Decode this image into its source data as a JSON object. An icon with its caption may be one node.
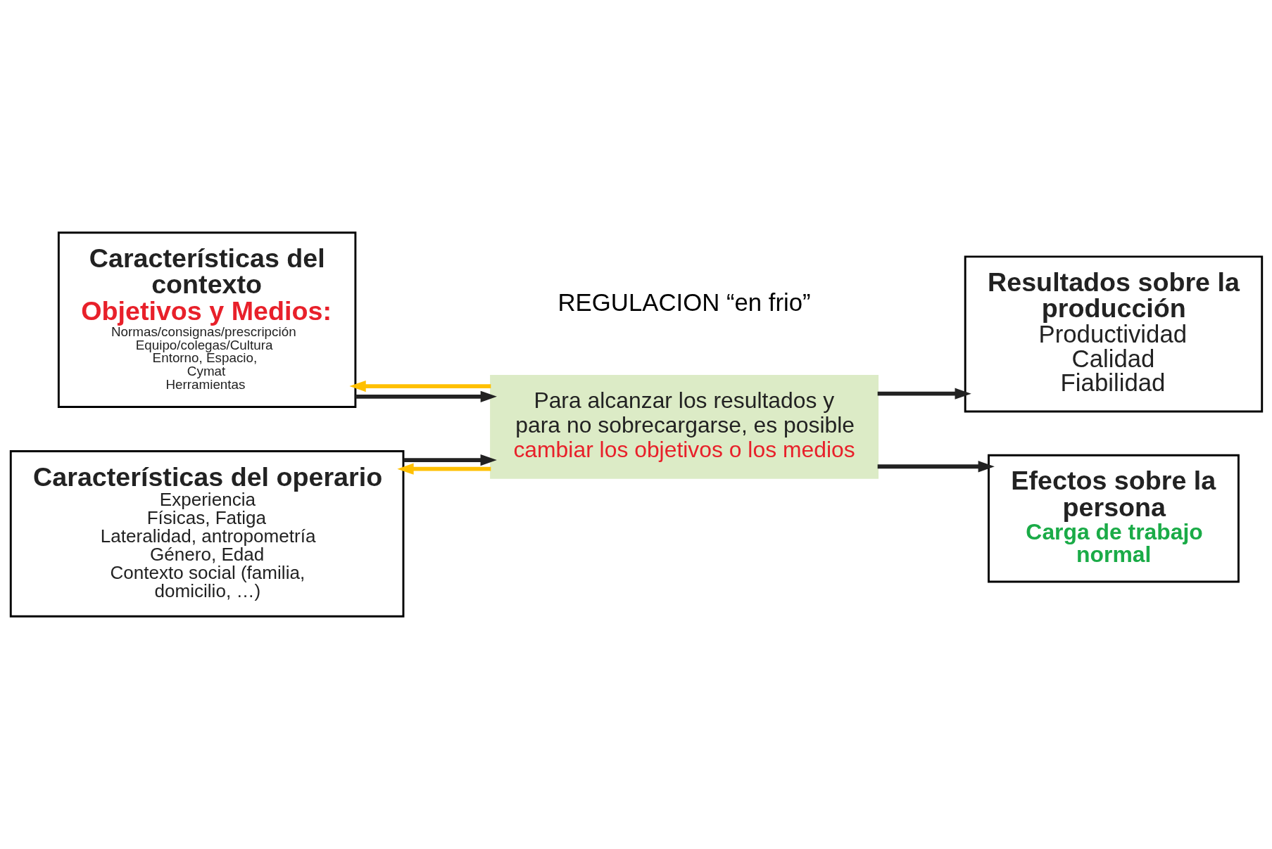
{
  "diagram": {
    "nodes": [
      {
        "text": [
          "Características del contexto",
          "Objetivos y Medios:",
          "Normas/consignas/prescripción",
          "Equipo/colegas/Cultura",
          "Entorno, Espacio, Cymat",
          "Herramientas"
        ]
      },
      {
        "text": [
          "Resultados sobre la producción",
          "Productividad",
          "Calidad",
          "Fiabilidad"
        ]
      },
      {
        "text": [
          "Para alcanzar los resultados y para no sobrecargarse, es posible",
          "cambiar los objetivos o los medios"
        ]
      },
      {
        "text": [
          "Características del operario",
          "Experiencia",
          "Físicas, Fatiga",
          "Lateralidad, antropometría",
          "Género, Edad",
          "Contexto social (familia, domicilio, …)"
        ]
      },
      {
        "text": [
          "Efectos sobre la persona",
          "Carga de trabajo normal"
        ]
      }
    ],
    "edges": [
      {
        "from": 0,
        "to": 2,
        "arrow": "to"
      },
      {
        "from": 3,
        "to": 2,
        "arrow": "to"
      },
      {
        "from": 2,
        "to": 1,
        "arrow": "to"
      },
      {
        "from": 2,
        "to": 4,
        "arrow": "to"
      },
      {
        "from": 2,
        "to": 0,
        "arrow": "to",
        "color": "#ffc000"
      },
      {
        "from": 2,
        "to": 3,
        "arrow": "to",
        "color": "#ffc000"
      }
    ],
    "labels": [
      "REGULACION “en frio”"
    ]
  }
}
